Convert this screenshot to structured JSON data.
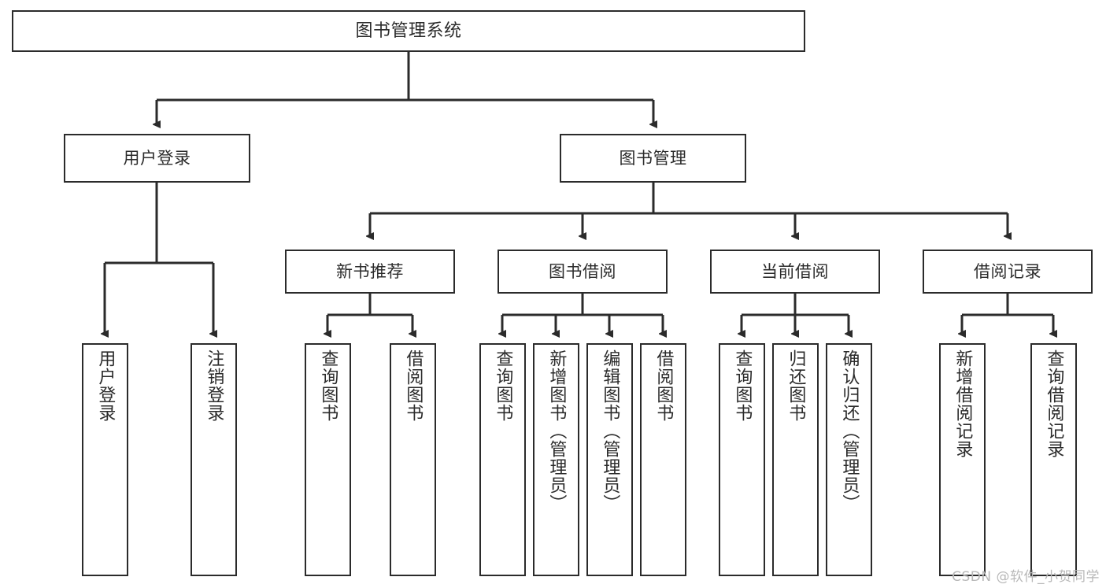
{
  "diagram": {
    "title": "图书管理系统",
    "watermark": "CSDN @软件_小贺同学",
    "colors": {
      "box_border": "#2b2b2b",
      "box_fill": "#ffffff",
      "edge": "#2b2b2b",
      "text": "#2b2b2b",
      "watermark": "#b8b8b8",
      "background": "#ffffff"
    },
    "levels": {
      "root": "图书管理系统",
      "level2": [
        "用户登录",
        "图书管理"
      ],
      "level3": [
        "新书推荐",
        "图书借阅",
        "当前借阅",
        "借阅记录"
      ]
    },
    "nodes": {
      "root": {
        "label": "图书管理系统"
      },
      "user_login": {
        "label": "用户登录"
      },
      "book_manage": {
        "label": "图书管理"
      },
      "new_book_rec": {
        "label": "新书推荐"
      },
      "book_borrow": {
        "label": "图书借阅"
      },
      "current_borrow": {
        "label": "当前借阅"
      },
      "borrow_record": {
        "label": "借阅记录"
      },
      "leaf_user_login": {
        "label": "用户登录"
      },
      "leaf_user_logout": {
        "label": "注销登录"
      },
      "leaf_query_book_1": {
        "label": "查询图书"
      },
      "leaf_borrow_book_1": {
        "label": "借阅图书"
      },
      "leaf_query_book_2": {
        "label": "查询图书"
      },
      "leaf_add_book": {
        "label": "新增图书（管理员）"
      },
      "leaf_edit_book": {
        "label": "编辑图书（管理员）"
      },
      "leaf_borrow_book_2": {
        "label": "借阅图书"
      },
      "leaf_query_book_3": {
        "label": "查询图书"
      },
      "leaf_return_book": {
        "label": "归还图书"
      },
      "leaf_confirm_return": {
        "label": "确认归还（管理员）"
      },
      "leaf_add_record": {
        "label": "新增借阅记录"
      },
      "leaf_query_record": {
        "label": "查询借阅记录"
      }
    }
  }
}
